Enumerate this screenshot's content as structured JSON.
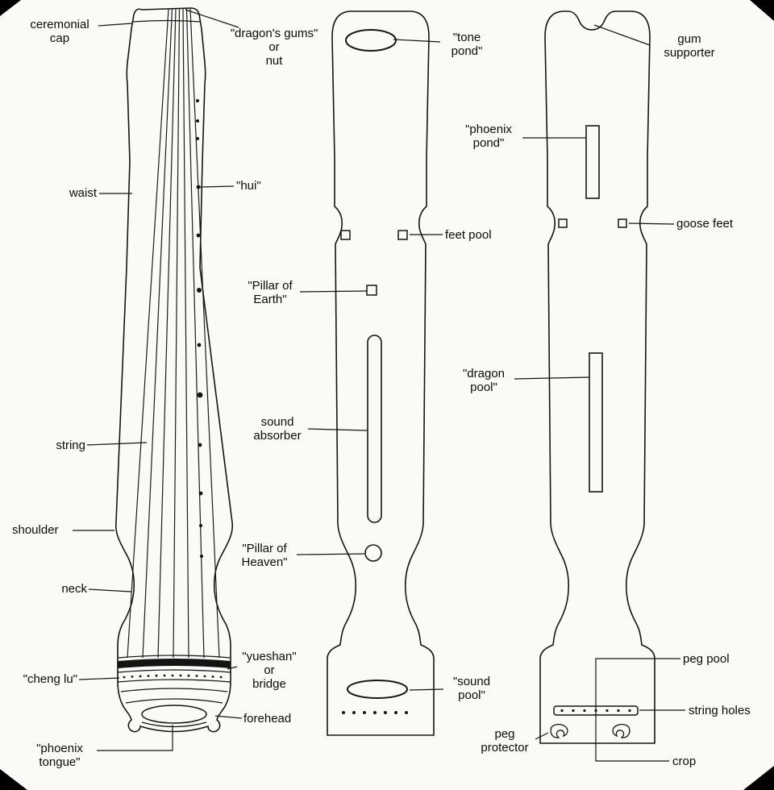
{
  "colors": {
    "ink": "#141414",
    "background": "#fbfaf7"
  },
  "labels": {
    "ceremonial_cap": "ceremonial\ncap",
    "dragons_gums": "\"dragon's gums\"\nor\nnut",
    "waist": "waist",
    "hui": "\"hui\"",
    "string": "string",
    "shoulder": "shoulder",
    "neck": "neck",
    "cheng_lu": "\"cheng lu\"",
    "yueshan": "\"yueshan\"\nor\nbridge",
    "forehead": "forehead",
    "phoenix_tongue": "\"phoenix\ntongue\"",
    "tone_pond": "\"tone\npond\"",
    "feet_pool": "feet pool",
    "pillar_of_earth": "\"Pillar of\nEarth\"",
    "sound_absorber": "sound\nabsorber",
    "pillar_of_heaven": "\"Pillar of\nHeaven\"",
    "sound_pool": "\"sound\npool\"",
    "gum_supporter": "gum\nsupporter",
    "phoenix_pond": "\"phoenix\npond\"",
    "goose_feet": "goose feet",
    "dragon_pool": "\"dragon\npool\"",
    "peg_pool": "peg pool",
    "string_holes": "string holes",
    "peg_protector": "peg\nprotector",
    "crop": "crop"
  }
}
